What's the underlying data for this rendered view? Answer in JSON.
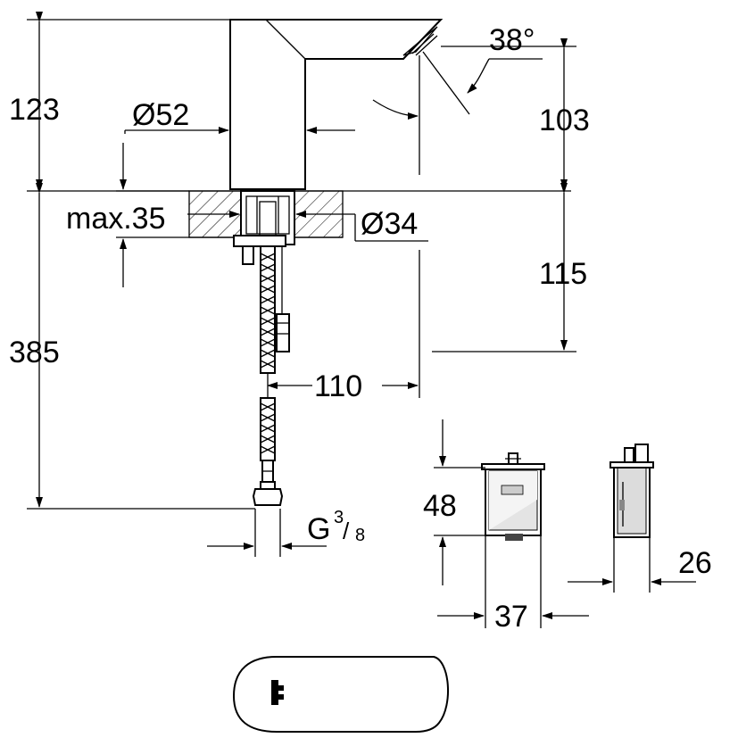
{
  "dimensions": {
    "d123": "123",
    "d385": "385",
    "d52": "Ø52",
    "max35": "max.35",
    "d34": "Ø34",
    "angle": "38°",
    "d103": "103",
    "d115": "115",
    "d110": "110",
    "thread_g": "G",
    "thread_num": "3",
    "thread_den": "8",
    "d48": "48",
    "d37": "37",
    "d26": "26"
  },
  "colors": {
    "line": "#000000",
    "background": "#ffffff",
    "shading": "#b0b0b0"
  }
}
